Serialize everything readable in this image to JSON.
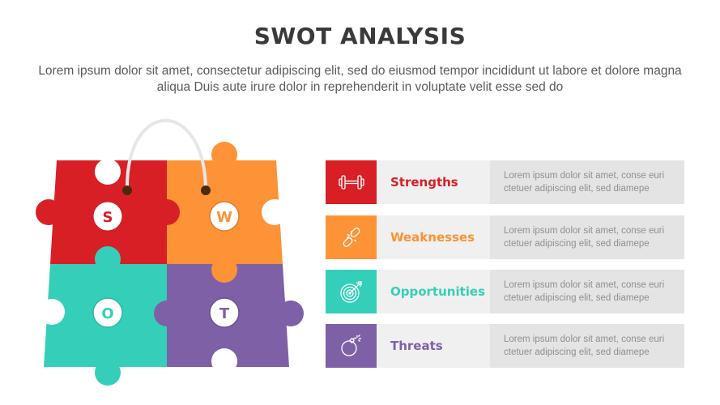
{
  "header": {
    "title": "SWOT ANALYSIS",
    "subtitle": "Lorem ipsum dolor sit amet, consectetur adipiscing elit, sed do eiusmod tempor incididunt ut labore et dolore magna aliqua Duis aute irure dolor in reprehenderit in voluptate velit esse sed do"
  },
  "puzzle": {
    "pieces": [
      {
        "letter": "S",
        "color": "#d91f26"
      },
      {
        "letter": "W",
        "color": "#fd9236"
      },
      {
        "letter": "O",
        "color": "#35cfb9"
      },
      {
        "letter": "T",
        "color": "#7e60a7"
      }
    ],
    "handle_color": "#e6e6e6",
    "grommet_color": "#4a2a0e"
  },
  "items": [
    {
      "label": "Strengths",
      "icon": "dumbbell-icon",
      "color": "#d91f26",
      "description": "Lorem ipsum dolor sit amet, conse euri ctetuer adipiscing elit, sed diamepe"
    },
    {
      "label": "Weaknesses",
      "icon": "broken-chain-icon",
      "color": "#fd9236",
      "description": "Lorem ipsum dolor sit amet, conse euri ctetuer adipiscing elit, sed diamepe"
    },
    {
      "label": "Opportunities",
      "icon": "target-icon",
      "color": "#35cfb9",
      "description": "Lorem ipsum dolor sit amet, conse euri ctetuer adipiscing elit, sed diamepe"
    },
    {
      "label": "Threats",
      "icon": "bomb-icon",
      "color": "#7e60a7",
      "description": "Lorem ipsum dolor sit amet, conse euri ctetuer adipiscing elit, sed diamepe"
    }
  ]
}
